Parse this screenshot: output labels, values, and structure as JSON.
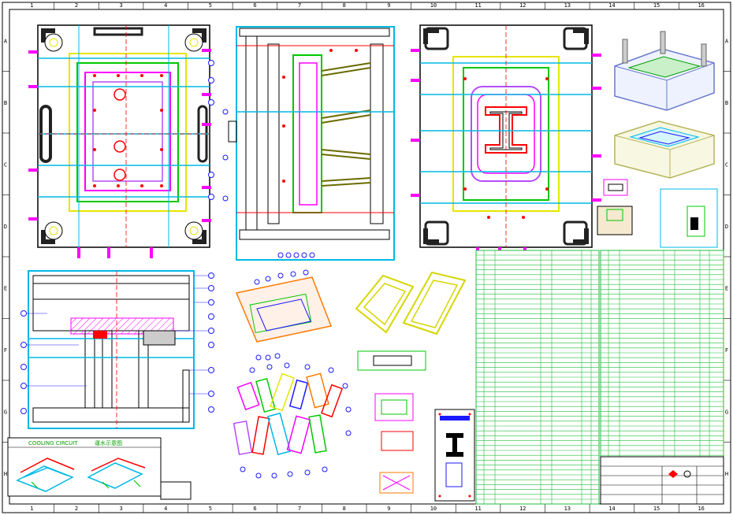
{
  "sheet": {
    "columns": [
      "1",
      "2",
      "3",
      "4",
      "5",
      "6",
      "7",
      "8",
      "9",
      "10",
      "11",
      "12",
      "13",
      "14",
      "15",
      "16"
    ],
    "rows": [
      "A",
      "B",
      "C",
      "D",
      "E",
      "F",
      "G",
      "H"
    ]
  },
  "cooling": {
    "title_en": "COOLING CIRCUIT",
    "title_cn": "運水示意图"
  },
  "colors": {
    "frame": "#000000",
    "plate_gray": "#3a3a3a",
    "cyan": "#00b8e6",
    "magenta": "#ff00ff",
    "green": "#00c800",
    "yellow": "#e6e600",
    "red": "#ff0000",
    "blue": "#1a1aff",
    "bom_green": "#1fbf3a"
  }
}
